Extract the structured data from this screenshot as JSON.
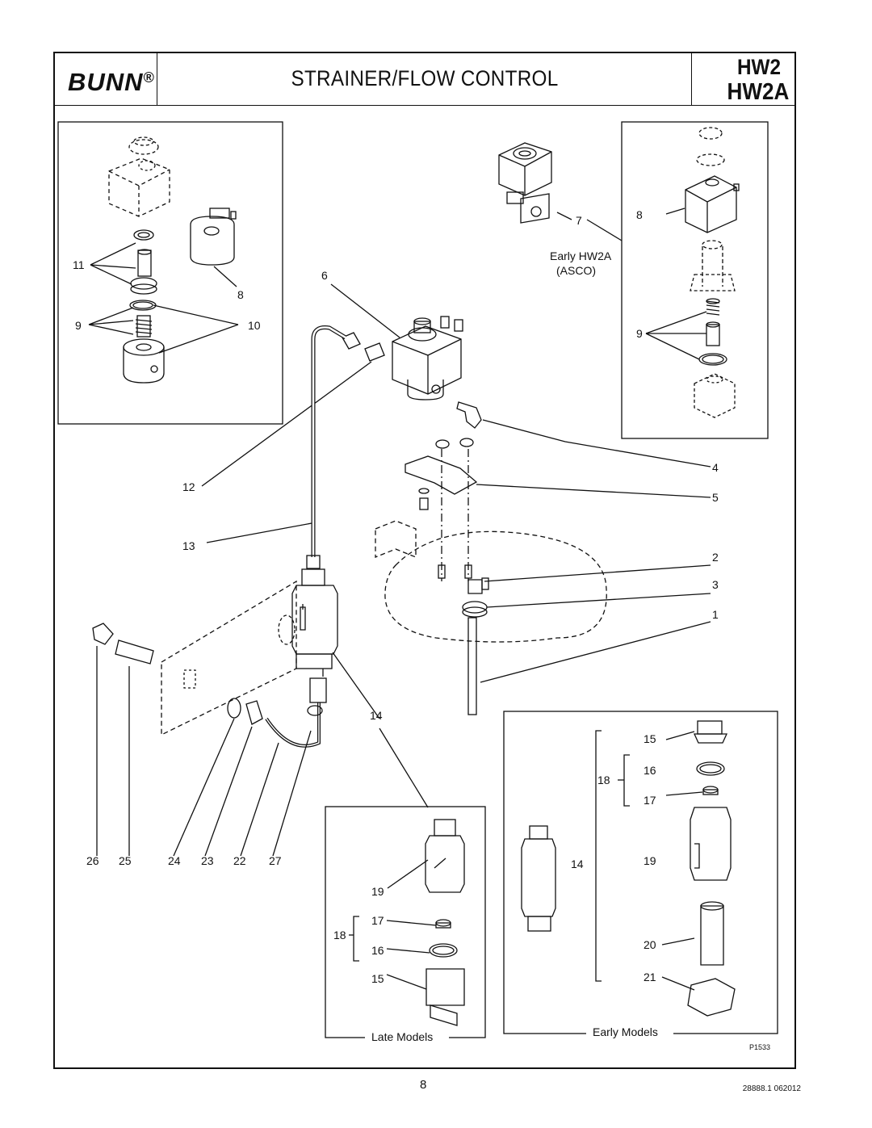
{
  "header": {
    "brand": "BUNN",
    "brand_mark": "®",
    "title": "STRAINER/FLOW CONTROL",
    "model_1": "HW2",
    "model_2": "HW2A"
  },
  "labels": {
    "early_hw2a": "Early HW2A",
    "asco": "(ASCO)",
    "late_models": "Late Models",
    "early_models": "Early Models",
    "figure_id": "P1533"
  },
  "part_numbers": {
    "n11": "11",
    "n6": "6",
    "n8a": "8",
    "n9a": "9",
    "n10": "10",
    "n7": "7",
    "n8b": "8",
    "n9b": "9",
    "n4": "4",
    "n5": "5",
    "n12": "12",
    "n13": "13",
    "n2": "2",
    "n3": "3",
    "n1": "1",
    "n14a": "14",
    "n26": "26",
    "n25": "25",
    "n24": "24",
    "n23": "23",
    "n22": "22",
    "n27": "27",
    "n19a": "19",
    "n17a": "17",
    "n18a": "18",
    "n16a": "16",
    "n15a": "15",
    "n15b": "15",
    "n16b": "16",
    "n18b": "18",
    "n17b": "17",
    "n14b": "14",
    "n19b": "19",
    "n20": "20",
    "n21": "21"
  },
  "footer": {
    "page_number": "8",
    "doc_number": "28888.1 062012"
  }
}
